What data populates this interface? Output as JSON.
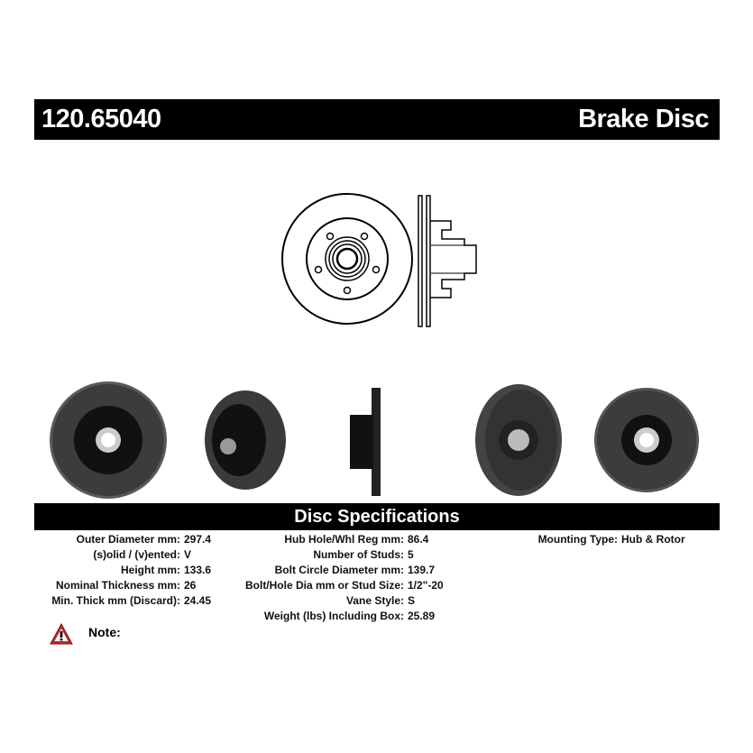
{
  "header": {
    "part_number": "120.65040",
    "product_type": "Brake Disc"
  },
  "spec_title": "Disc Specifications",
  "specs": {
    "col1": [
      {
        "label": "Outer Diameter mm:",
        "value": "297.4"
      },
      {
        "label": "(s)olid / (v)ented:",
        "value": "V"
      },
      {
        "label": "Height mm:",
        "value": "133.6"
      },
      {
        "label": "Nominal Thickness mm:",
        "value": "26"
      },
      {
        "label": "Min. Thick mm (Discard):",
        "value": "24.45"
      }
    ],
    "col2": [
      {
        "label": "Hub Hole/Whl Reg mm:",
        "value": "86.4"
      },
      {
        "label": "Number of Studs:",
        "value": "5"
      },
      {
        "label": "Bolt Circle Diameter mm:",
        "value": "139.7"
      },
      {
        "label": "Bolt/Hole Dia mm or Stud Size:",
        "value": "1/2\"-20"
      },
      {
        "label": "Vane Style:",
        "value": "S"
      },
      {
        "label": "Weight (lbs) Including Box:",
        "value": "25.89"
      }
    ],
    "col3": [
      {
        "label": "Mounting Type:",
        "value": "Hub & Rotor"
      }
    ]
  },
  "note": {
    "label": "Note:",
    "icon": "warning-triangle-icon"
  }
}
